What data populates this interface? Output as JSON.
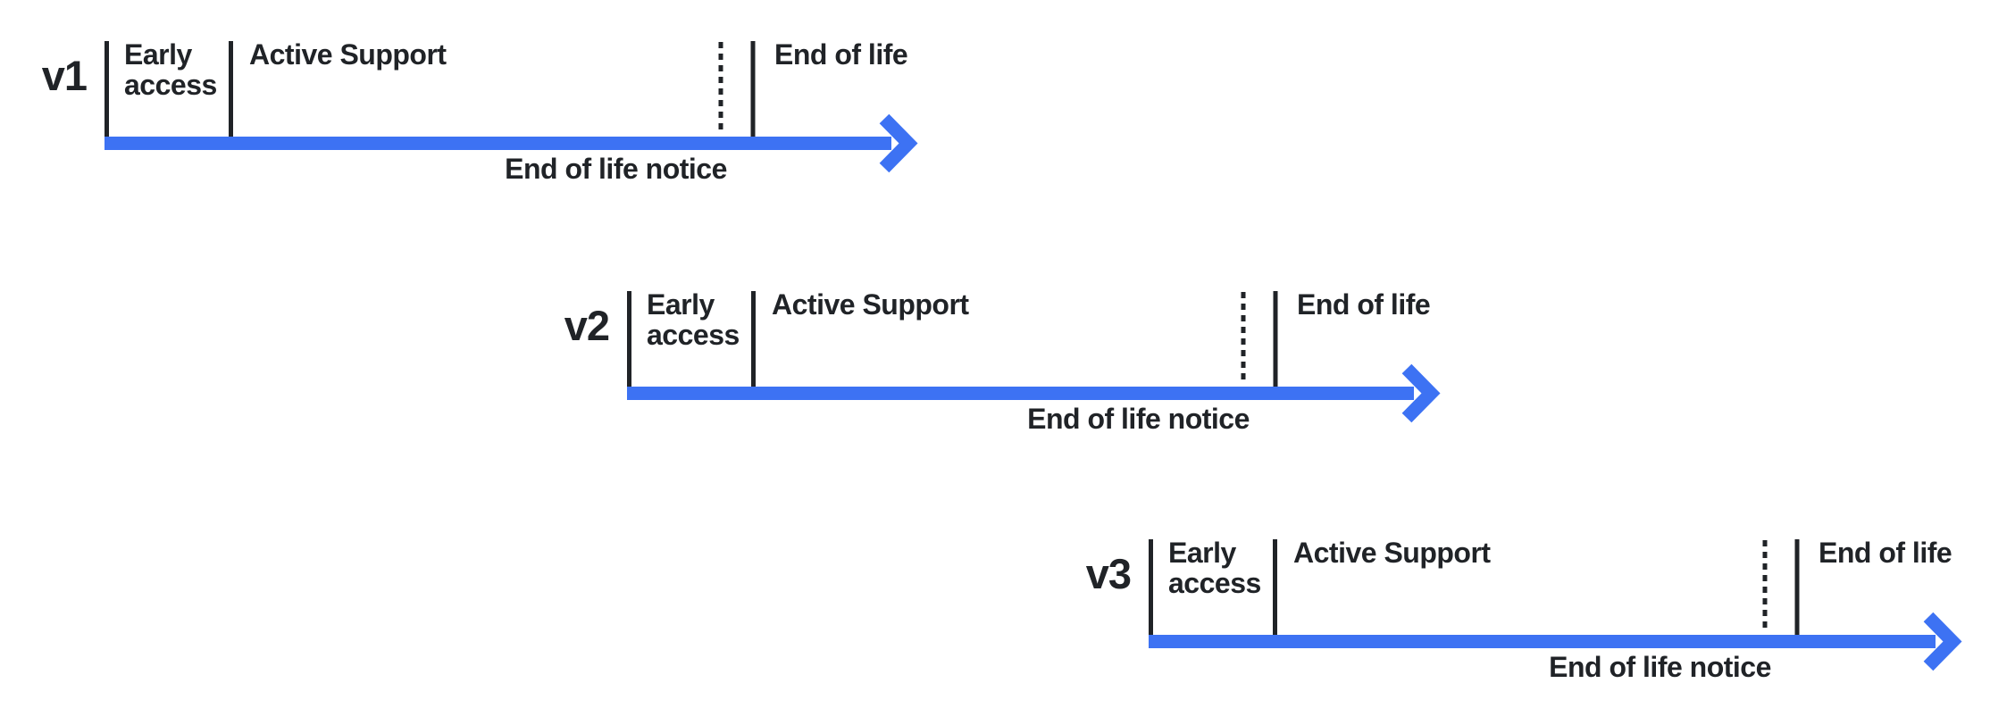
{
  "colors": {
    "arrow_blue": "#3d72f3",
    "ink": "#202327",
    "background": "#ffffff"
  },
  "timelines": [
    {
      "version": "v1",
      "phases": {
        "early_access": "Early access",
        "active_support": "Active Support",
        "end_of_life": "End of life"
      },
      "notice": "End of life notice"
    },
    {
      "version": "v2",
      "phases": {
        "early_access": "Early access",
        "active_support": "Active Support",
        "end_of_life": "End of life"
      },
      "notice": "End of life notice"
    },
    {
      "version": "v3",
      "phases": {
        "early_access": "Early access",
        "active_support": "Active Support",
        "end_of_life": "End of life"
      },
      "notice": "End of life notice"
    }
  ]
}
